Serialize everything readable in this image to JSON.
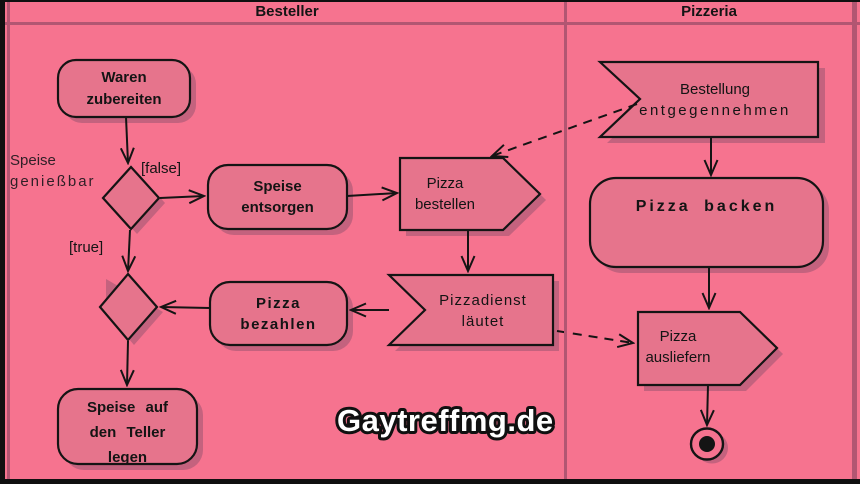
{
  "colors": {
    "background": "#F6738F",
    "shape_fill": "#E6748C",
    "shadow": "#C4627E",
    "lane_border": "#B25672",
    "outline": "#141414",
    "watermark_fill": "#FFFFFF",
    "watermark_stroke": "#101010"
  },
  "lanes": {
    "besteller": "Besteller",
    "pizzeria": "Pizzeria"
  },
  "nodes": {
    "waren_zubereiten": {
      "line1": "Waren",
      "line2": "zubereiten"
    },
    "speise_entsorgen": {
      "line1": "Speise",
      "line2": "entsorgen"
    },
    "pizza_bestellen": {
      "line1": "Pizza",
      "line2": "bestellen"
    },
    "bestellung_entgegennehmen": {
      "line1": "Bestellung",
      "line2": "entgegennehmen"
    },
    "pizza_backen": {
      "label": "Pizza backen"
    },
    "pizzadienst_laeutet": {
      "line1": "Pizzadienst",
      "line2": "läutet"
    },
    "pizza_bezahlen": {
      "line1": "Pizza",
      "line2": "bezahlen"
    },
    "pizza_ausliefern": {
      "line1": "Pizza",
      "line2": "ausliefern"
    },
    "speise_auf_den_teller_legen": {
      "line1": "Speise auf",
      "line2": "den Teller",
      "line3": "legen"
    }
  },
  "guards": {
    "decision_label_line1": "Speise",
    "decision_label_line2": "genießbar",
    "false_branch": "[false]",
    "true_branch": "[true]"
  },
  "watermark": "Gaytreffmg.de"
}
